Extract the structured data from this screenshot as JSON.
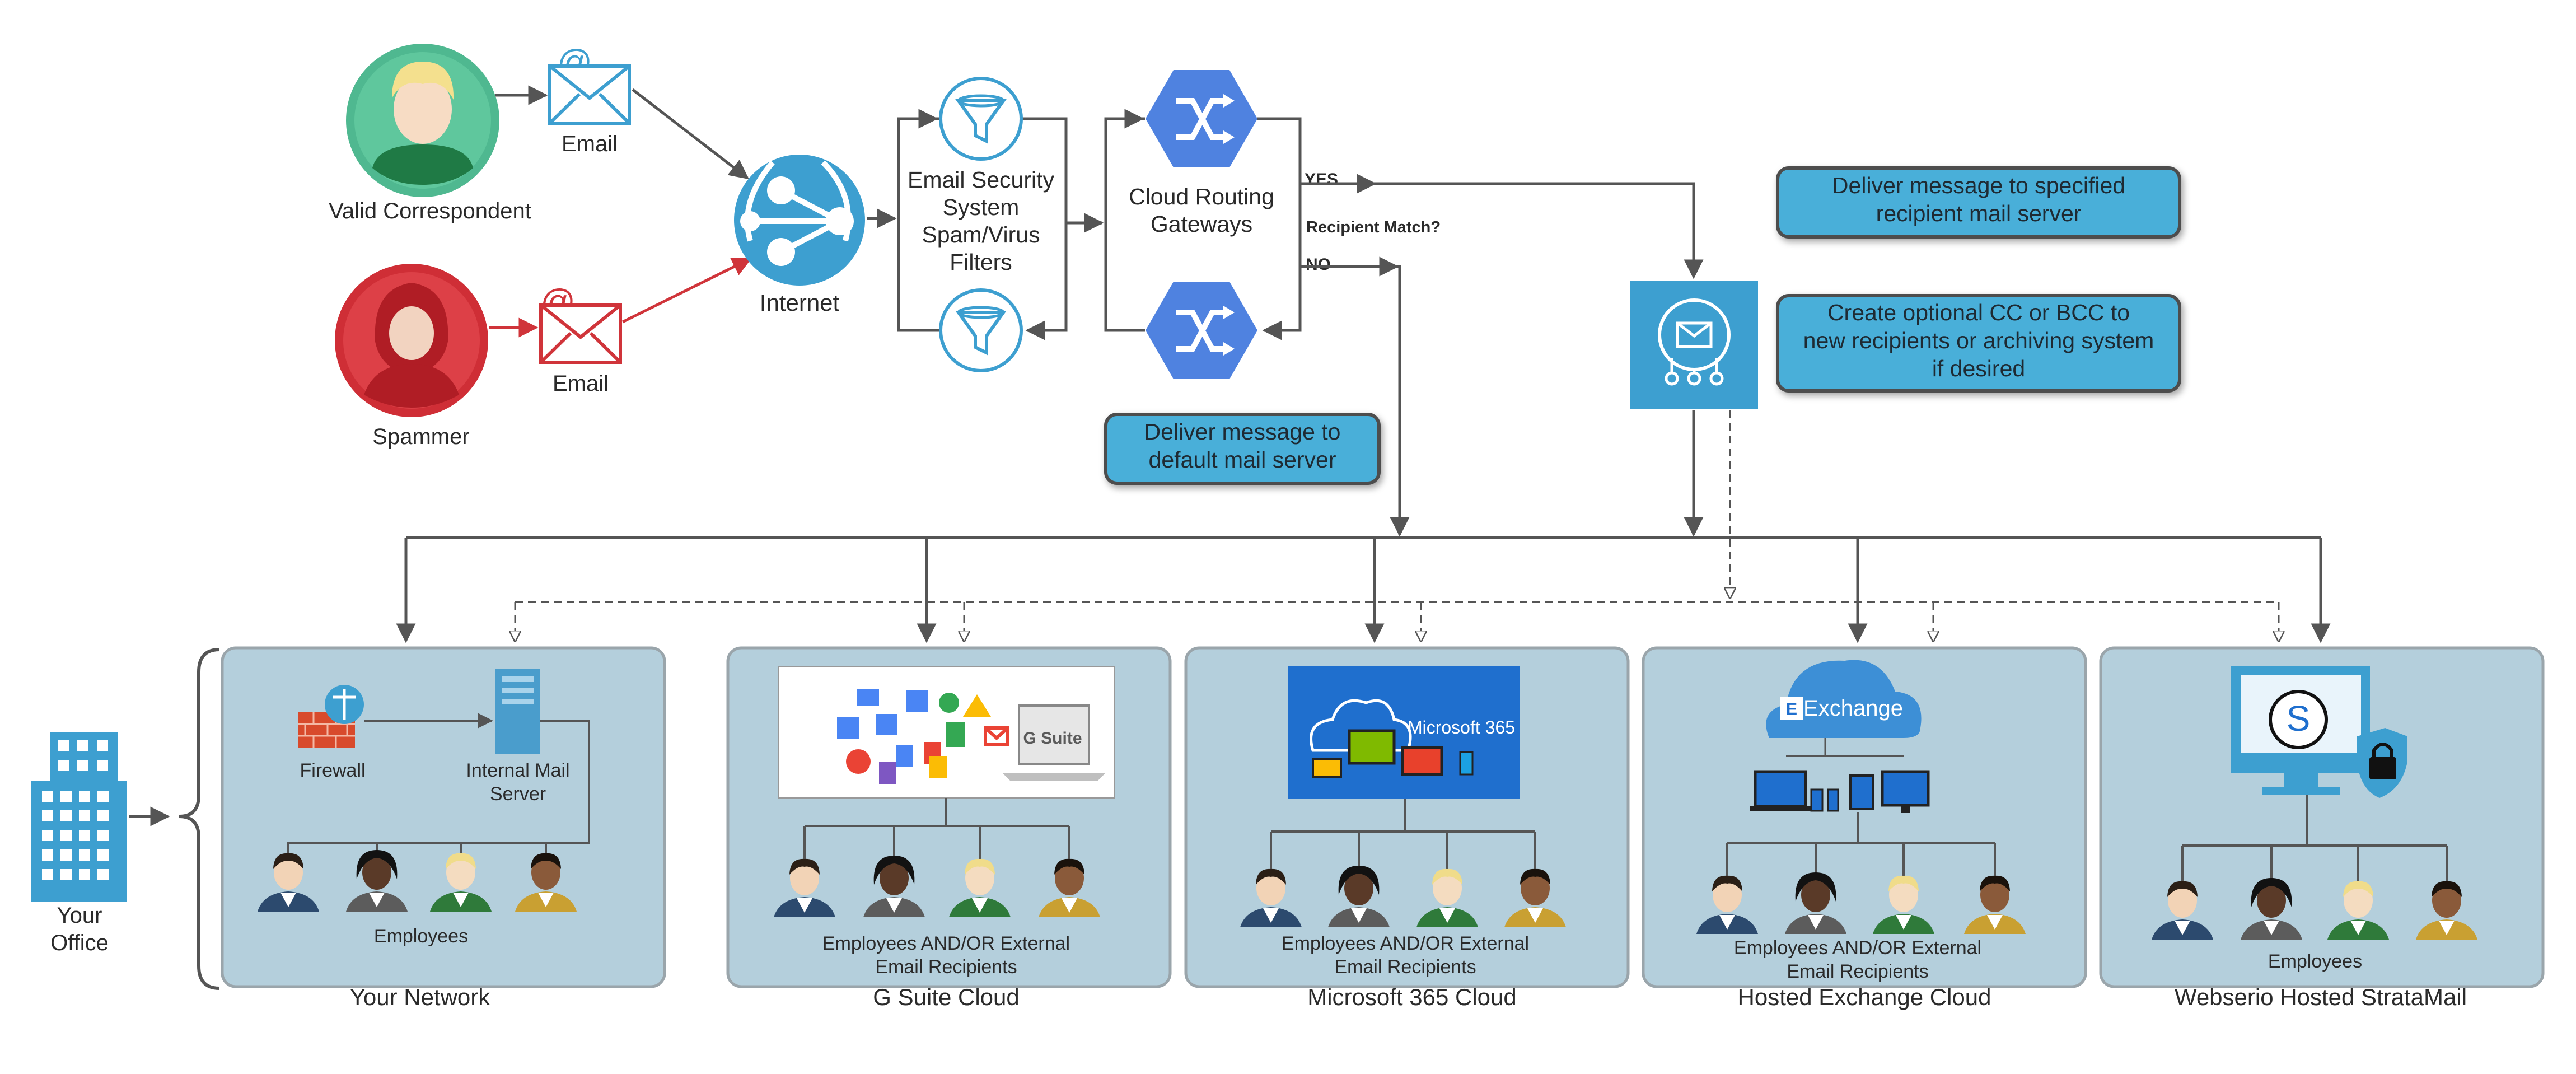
{
  "senders": {
    "valid_correspondent": "Valid Correspondent",
    "spammer": "Spammer",
    "email_top": "Email",
    "email_bottom": "Email"
  },
  "internet": "Internet",
  "security": {
    "line1": "Email Security",
    "line2": "System",
    "line3": "Spam/Virus",
    "line4": "Filters"
  },
  "routing": {
    "line1": "Cloud Routing",
    "line2": "Gateways"
  },
  "decision": {
    "yes": "YES",
    "no": "NO",
    "question": "Recipient Match?"
  },
  "callouts": {
    "deliver_specified": {
      "line1": "Deliver message to specified",
      "line2": "recipient mail server"
    },
    "create_cc": {
      "line1": "Create optional CC or BCC to",
      "line2": "new recipients or archiving system",
      "line3": "if desired"
    },
    "deliver_default": {
      "line1": "Deliver message to",
      "line2": "default mail server"
    }
  },
  "office": {
    "line1": "Your",
    "line2": "Office"
  },
  "panels": {
    "your_network": {
      "title": "Your Network",
      "firewall": "Firewall",
      "server1": "Internal Mail",
      "server2": "Server",
      "employees": "Employees"
    },
    "gsuite": {
      "title": "G Suite Cloud",
      "badge": "G Suite",
      "emp1": "Employees  AND/OR  External",
      "emp2": "Email Recipients"
    },
    "m365": {
      "title": "Microsoft 365 Cloud",
      "badge": "Microsoft 365",
      "emp1": "Employees  AND/OR  External",
      "emp2": "Email Recipients"
    },
    "exchange": {
      "title": "Hosted Exchange Cloud",
      "badge": "Exchange",
      "emp1": "Employees AND/OR External",
      "emp2": "Email Recipients"
    },
    "stratamail": {
      "title": "Webserio Hosted StrataMail",
      "logo": "S",
      "employees": "Employees"
    }
  },
  "colors": {
    "panel_bg": "#b4cfdc",
    "callout_bg": "#4aafd9",
    "accent_blue": "#3d9fd0",
    "gateway_blue": "#4f82e0",
    "spam_red": "#d0343a",
    "valid_green": "#4fb890",
    "arrow": "#555555"
  },
  "icons": {
    "envelope": "envelope-icon",
    "funnel": "filter-funnel-icon",
    "gateway": "shuffle-gateway-icon",
    "globe": "network-globe-icon",
    "router": "mail-router-icon",
    "building": "office-building-icon",
    "person": "person-icon"
  }
}
